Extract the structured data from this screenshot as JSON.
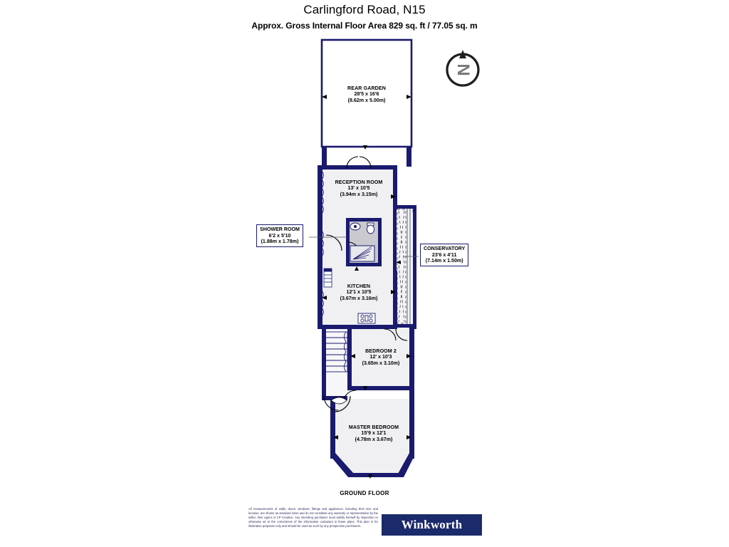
{
  "header": {
    "title": "Carlingford Road, N15",
    "subtitle": "Approx. Gross Internal Floor Area 829 sq. ft / 77.05 sq. m"
  },
  "compass": {
    "label": "N",
    "name": "north-compass"
  },
  "floor_label": "GROUND FLOOR",
  "rooms": [
    {
      "key": "rear_garden",
      "name": "REAR GARDEN",
      "imperial": "28'5 x 16'6",
      "metric": "(8.62m x 5.00m)"
    },
    {
      "key": "reception_room",
      "name": "RECEPTION ROOM",
      "imperial": "13' x 10'5",
      "metric": "(3.94m x 3.15m)"
    },
    {
      "key": "shower_room",
      "name": "SHOWER ROOM",
      "imperial": "6'2 x 5'10",
      "metric": "(1.88m x 1.78m)"
    },
    {
      "key": "conservatory",
      "name": "CONSERVATORY",
      "imperial": "23'6 x 4'11",
      "metric": "(7.14m x 1.50m)"
    },
    {
      "key": "kitchen",
      "name": "KITCHEN",
      "imperial": "12'1 x 10'5",
      "metric": "(3.67m x 3.16m)"
    },
    {
      "key": "bedroom_2",
      "name": "BEDROOM 2",
      "imperial": "12' x 10'3",
      "metric": "(3.65m x 3.10m)"
    },
    {
      "key": "master_bedroom",
      "name": "MASTER BEDROOM",
      "imperial": "15'9 x 12'1",
      "metric": "(4.78m x 3.67m)"
    }
  ],
  "footer": {
    "disclaimer": "All measurements of walls, doors, windows, fittings and appliances, including their size and location, are shown as standard sizes and do not constitute any warranty or representation by the seller, their agent or CP Creative. Any intending purchaser must satisfy himself by inspection or otherwise as to the correctness of the information contained in these plans. This plan is for illustrative purposes only and should be used as such by any prospective purchasers.",
    "brand": "Winkworth"
  },
  "colors": {
    "wall": "#1a1a6e",
    "room_fill": "#f0f0f3",
    "shower_fill": "#c9c9cf",
    "brand_bg": "#1b2a6b",
    "text": "#000000"
  }
}
